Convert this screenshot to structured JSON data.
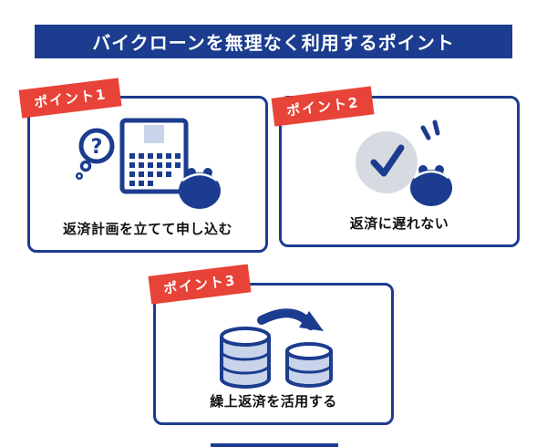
{
  "page": {
    "title": "バイクローンを無理なく利用するポイント"
  },
  "colors": {
    "navy": "#1b3c8f",
    "badge_red": "#e84338",
    "icon_light_blue": "#c9d3ea",
    "clock_gray": "#d6dae1"
  },
  "cards": [
    {
      "badge": "ポイント1",
      "label": "返済計画を立てて申し込む",
      "icon": "calendar-question-purse"
    },
    {
      "badge": "ポイント2",
      "label": "返済に遅れない",
      "icon": "clock-purse"
    },
    {
      "badge": "ポイント3",
      "label": "繰上返済を活用する",
      "icon": "coin-transfer"
    }
  ],
  "icons": {
    "question_mark": "?"
  }
}
